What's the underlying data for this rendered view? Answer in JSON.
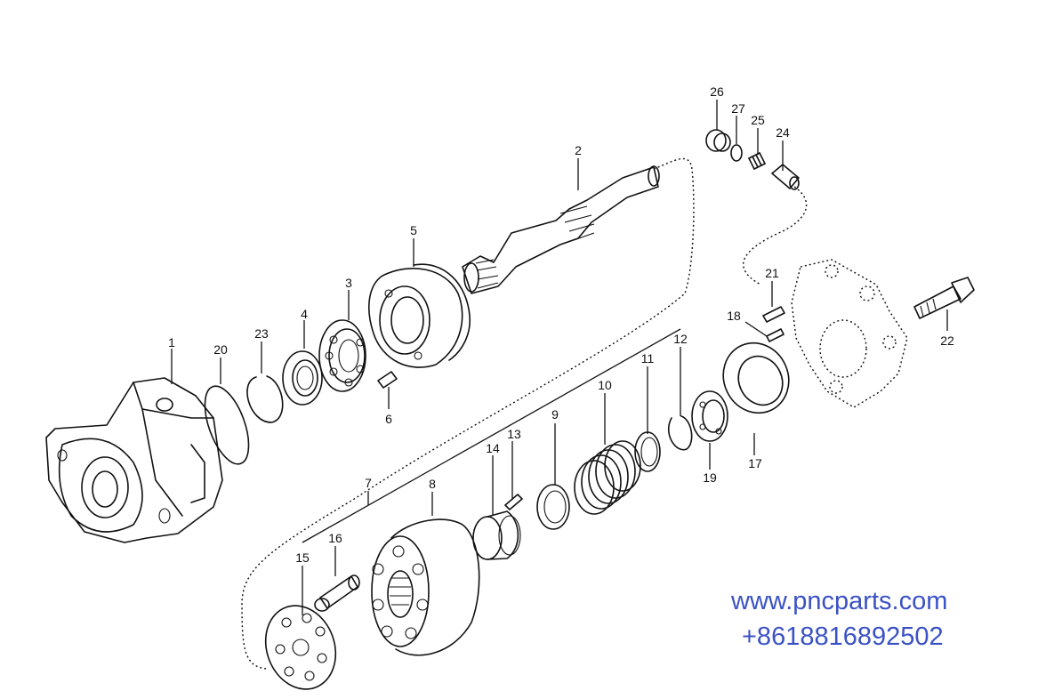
{
  "callouts": {
    "p1": "1",
    "p2": "2",
    "p3": "3",
    "p4": "4",
    "p5": "5",
    "p6": "6",
    "p7": "7",
    "p8": "8",
    "p9": "9",
    "p10": "10",
    "p11": "11",
    "p12": "12",
    "p13": "13",
    "p14": "14",
    "p15": "15",
    "p16": "16",
    "p17": "17",
    "p18": "18",
    "p19": "19",
    "p20": "20",
    "p21": "21",
    "p22": "22",
    "p23": "23",
    "p24": "24",
    "p25": "25",
    "p26": "26",
    "p27": "27"
  },
  "watermark": {
    "url": "www.pncparts.com",
    "phone": "+8618816892502"
  },
  "colors": {
    "line": "#111111",
    "watermark": "#3b52c4",
    "background": "#ffffff"
  }
}
